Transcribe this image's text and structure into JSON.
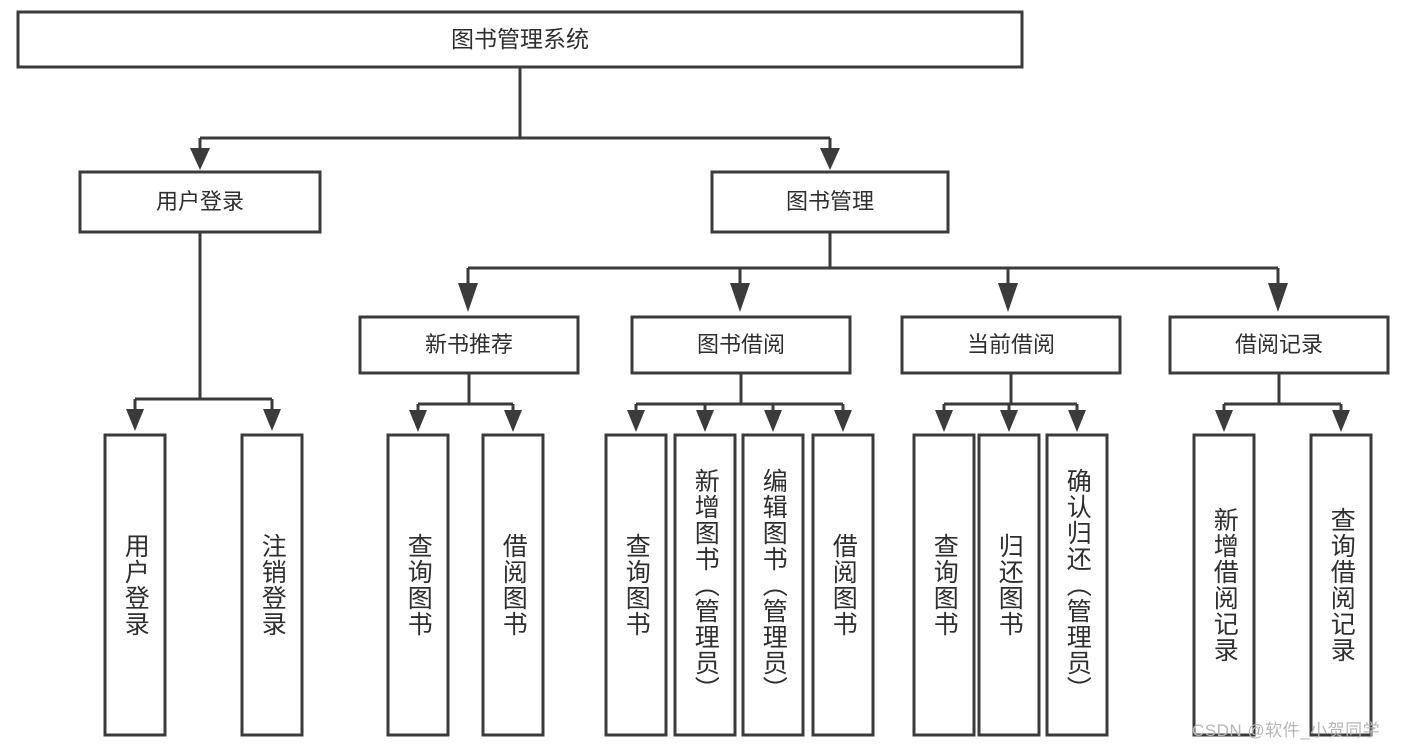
{
  "diagram": {
    "type": "tree-hierarchy",
    "title": "图书管理系统",
    "orientation": "top-down",
    "watermark": "CSDN @软件_小贺同学",
    "colors": {
      "stroke": "#3b3b3b",
      "box_fill": "#ffffff",
      "text": "#2e2e2e",
      "background": "#ffffff",
      "watermark": "#b6b6b6"
    },
    "root": {
      "id": "root",
      "label": "图书管理系统"
    },
    "level2": [
      {
        "id": "user-login",
        "label": "用户登录"
      },
      {
        "id": "book-management",
        "label": "图书管理"
      }
    ],
    "level3": [
      {
        "id": "new-book-recommend",
        "label": "新书推荐",
        "parent": "book-management"
      },
      {
        "id": "book-borrow",
        "label": "图书借阅",
        "parent": "book-management"
      },
      {
        "id": "current-borrow",
        "label": "当前借阅",
        "parent": "book-management"
      },
      {
        "id": "borrow-record",
        "label": "借阅记录",
        "parent": "book-management"
      }
    ],
    "leaves": {
      "user-login": [
        {
          "id": "leaf-user-login",
          "label": "用户登录"
        },
        {
          "id": "leaf-logout-login",
          "label": "注销登录"
        }
      ],
      "new-book-recommend": [
        {
          "id": "leaf-query-book-1",
          "label": "查询图书"
        },
        {
          "id": "leaf-borrow-book-1",
          "label": "借阅图书"
        }
      ],
      "book-borrow": [
        {
          "id": "leaf-query-book-2",
          "label": "查询图书"
        },
        {
          "id": "leaf-add-book",
          "label": "新增图书（管理员）"
        },
        {
          "id": "leaf-edit-book",
          "label": "编辑图书（管理员）"
        },
        {
          "id": "leaf-borrow-book-2",
          "label": "借阅图书"
        }
      ],
      "current-borrow": [
        {
          "id": "leaf-query-book-3",
          "label": "查询图书"
        },
        {
          "id": "leaf-return-book",
          "label": "归还图书"
        },
        {
          "id": "leaf-confirm-return",
          "label": "确认归还（管理员）"
        }
      ],
      "borrow-record": [
        {
          "id": "leaf-add-record",
          "label": "新增借阅记录"
        },
        {
          "id": "leaf-query-record",
          "label": "查询借阅记录"
        }
      ]
    }
  }
}
